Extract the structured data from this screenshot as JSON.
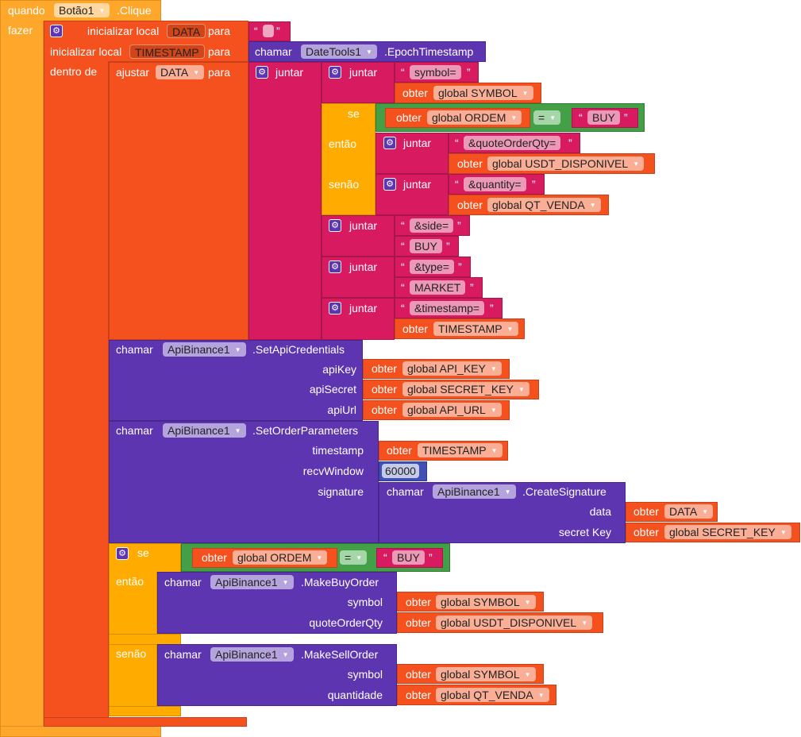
{
  "event": {
    "when": "quando",
    "component": "Botão1",
    "event": ".Clique",
    "do": "fazer"
  },
  "local": {
    "init": "inicializar local",
    "var1": "DATA",
    "var2": "TIMESTAMP",
    "to": "para",
    "in": "dentro de",
    "empty_string": ""
  },
  "epoch": {
    "call": "chamar",
    "component": "DateTools1",
    "method": ".EpochTimestamp"
  },
  "set": {
    "label": "ajustar",
    "var": "DATA",
    "to": "para"
  },
  "join": "juntar",
  "get": "obter",
  "strings": {
    "symbol": "symbol=",
    "quote": "&quoteOrderQty=",
    "quantity": "&quantity=",
    "side": "&side=",
    "buy": "BUY",
    "type": "&type=",
    "market": "MARKET",
    "timestamp": "&timestamp="
  },
  "vars": {
    "symbol": "global SYMBOL",
    "ordem": "global ORDEM",
    "usdt": "global USDT_DISPONIVEL",
    "qt": "global QT_VENDA",
    "timestamp": "TIMESTAMP",
    "api_key": "global API_KEY",
    "secret_key": "global SECRET_KEY",
    "api_url": "global API_URL",
    "data": "DATA"
  },
  "control": {
    "if": "se",
    "then": "então",
    "else": "senão",
    "eq": "="
  },
  "api": {
    "component": "ApiBinance1",
    "cred": ".SetApiCredentials",
    "apiKey": "apiKey",
    "apiSecret": "apiSecret",
    "apiUrl": "apiUrl",
    "order": ".SetOrderParameters",
    "timestamp": "timestamp",
    "recvWindow": "recvWindow",
    "recv_value": "60000",
    "signature": "signature",
    "sig": ".CreateSignature",
    "data": "data",
    "secretKey": "secret Key",
    "buy": ".MakeBuyOrder",
    "sell": ".MakeSellOrder",
    "symbol": "symbol",
    "quoteOrderQty": "quoteOrderQty",
    "quantidade": "quantidade"
  }
}
